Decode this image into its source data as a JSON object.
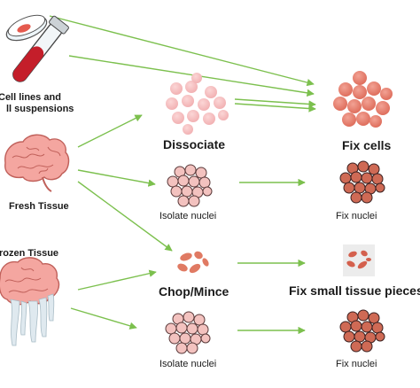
{
  "sources": {
    "cell_lines_line1": "Cell lines and",
    "cell_lines_line2": "ll suspensions",
    "fresh_tissue": "Fresh Tissue",
    "frozen_tissue": "rozen Tissue"
  },
  "steps": {
    "dissociate": "Dissociate",
    "isolate_nuclei_fresh": "Isolate nuclei",
    "chop_mince": "Chop/Mince",
    "isolate_nuclei_frozen": "Isolate nuclei"
  },
  "outputs": {
    "fix_cells": "Fix cells",
    "fix_nuclei_fresh": "Fix nuclei",
    "fix_small_tissue_pieces": "Fix small tissue pieces",
    "fix_nuclei_frozen": "Fix nuclei"
  },
  "colors": {
    "arrow": "#7cc04e",
    "cell_light": "#f5bcbc",
    "cell_medium": "#e8796a",
    "nucleus_light": "#f3c2bf",
    "nucleus_dark": "#cf6a55",
    "outline": "#4a3030",
    "brain": "#f4a6a0",
    "tube_red": "#c41e2a",
    "icicle": "#d8e6ee"
  },
  "icons": [
    "petri-dish-icon",
    "blood-tube-icon",
    "brain-icon",
    "frozen-brain-icon"
  ]
}
